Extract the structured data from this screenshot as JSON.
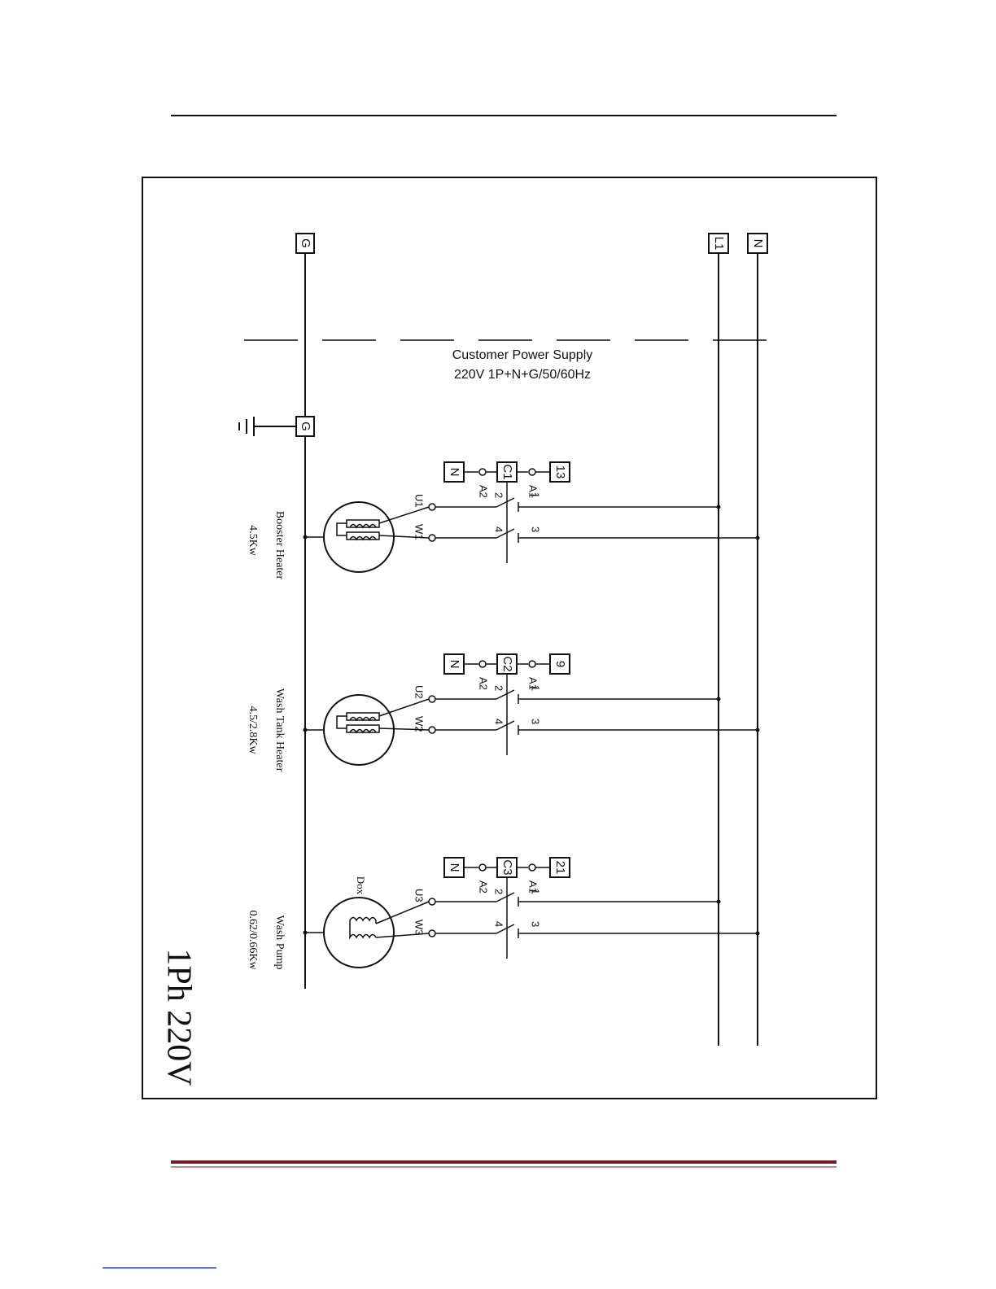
{
  "terminals": {
    "g_top": "G",
    "l1": "L1",
    "n": "N",
    "g_ground": "G"
  },
  "supply": {
    "line1": "Customer Power Supply",
    "line2": "220V 1P+N+G/50/60Hz"
  },
  "circuits": [
    {
      "contactor": "C1",
      "neutral": "N",
      "control": "13",
      "a1": "A1",
      "a2": "A2",
      "pin1": "1",
      "pin2": "2",
      "pin3": "3",
      "pin4": "4",
      "u": "U1",
      "w": "W1",
      "load_name": "Booster Heater",
      "load_power": "4.5Kw",
      "motor_label": ""
    },
    {
      "contactor": "C2",
      "neutral": "N",
      "control": "9",
      "a1": "A1",
      "a2": "A2",
      "pin1": "1",
      "pin2": "2",
      "pin3": "3",
      "pin4": "4",
      "u": "U2",
      "w": "W2",
      "load_name": "Wash Tank Heater",
      "load_power": "4.5/2.8Kw",
      "motor_label": ""
    },
    {
      "contactor": "C3",
      "neutral": "N",
      "control": "21",
      "a1": "A1",
      "a2": "A2",
      "pin1": "1",
      "pin2": "2",
      "pin3": "3",
      "pin4": "4",
      "u": "U3",
      "w": "W3",
      "load_name": "Wash Pump",
      "load_power": "0.62/0.66Kw",
      "motor_label": "Dox"
    }
  ],
  "title": "1Ph 220V",
  "colors": {
    "ink": "#111111",
    "footer_rule": "#6b1e24",
    "link_underline": "#2b4fb8"
  }
}
